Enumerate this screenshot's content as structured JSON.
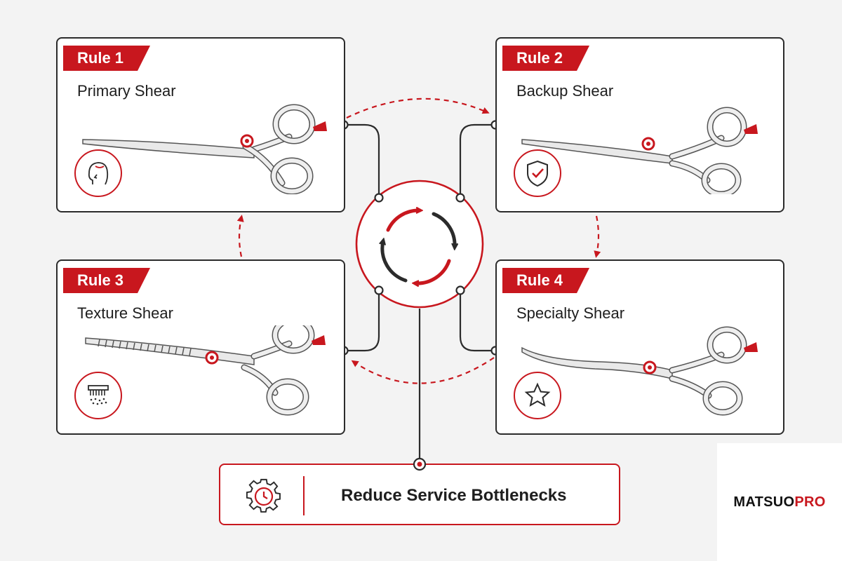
{
  "colors": {
    "accent": "#c8171e",
    "ink": "#2b2b2b",
    "background": "#f3f3f3"
  },
  "rules": [
    {
      "badge": "Rule 1",
      "title": "Primary Shear",
      "icon": "hair-profile-icon",
      "shear_style": "straight"
    },
    {
      "badge": "Rule 2",
      "title": "Backup Shear",
      "icon": "shield-check-icon",
      "shear_style": "straight"
    },
    {
      "badge": "Rule 3",
      "title": "Texture Shear",
      "icon": "comb-texture-icon",
      "shear_style": "thinning"
    },
    {
      "badge": "Rule 4",
      "title": "Specialty Shear",
      "icon": "star-icon",
      "shear_style": "curved"
    }
  ],
  "center": {
    "icon": "cycle-arrows-icon"
  },
  "outcome": {
    "icon": "gear-clock-icon",
    "label": "Reduce Service Bottlenecks"
  },
  "brand": {
    "part1": "MATSUO",
    "part2": "PRO"
  }
}
